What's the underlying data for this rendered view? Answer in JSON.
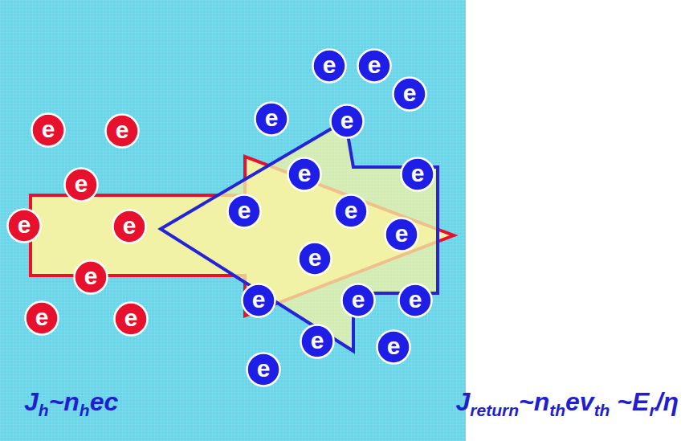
{
  "diagram": {
    "nodes": [
      {
        "text": [
          "e"
        ]
      },
      {
        "text": [
          "e"
        ]
      },
      {
        "text": [
          "e"
        ]
      },
      {
        "text": [
          "e"
        ]
      },
      {
        "text": [
          "e"
        ]
      },
      {
        "text": [
          "e"
        ]
      },
      {
        "text": [
          "e"
        ]
      },
      {
        "text": [
          "e"
        ]
      },
      {
        "text": [
          "e"
        ]
      },
      {
        "text": [
          "e"
        ]
      },
      {
        "text": [
          "e"
        ]
      },
      {
        "text": [
          "e"
        ]
      },
      {
        "text": [
          "e"
        ]
      },
      {
        "text": [
          "e"
        ]
      },
      {
        "text": [
          "e"
        ]
      },
      {
        "text": [
          "e"
        ]
      },
      {
        "text": [
          "e"
        ]
      },
      {
        "text": [
          "e"
        ]
      },
      {
        "text": [
          "e"
        ]
      },
      {
        "text": [
          "e"
        ]
      },
      {
        "text": [
          "e"
        ]
      },
      {
        "text": [
          "e"
        ]
      },
      {
        "text": [
          "e"
        ]
      },
      {
        "text": [
          "e"
        ]
      },
      {
        "text": [
          "e"
        ]
      }
    ],
    "labels": [
      "Jh~nhec",
      "Jreturn~nthevth ~Er/η"
    ]
  }
}
